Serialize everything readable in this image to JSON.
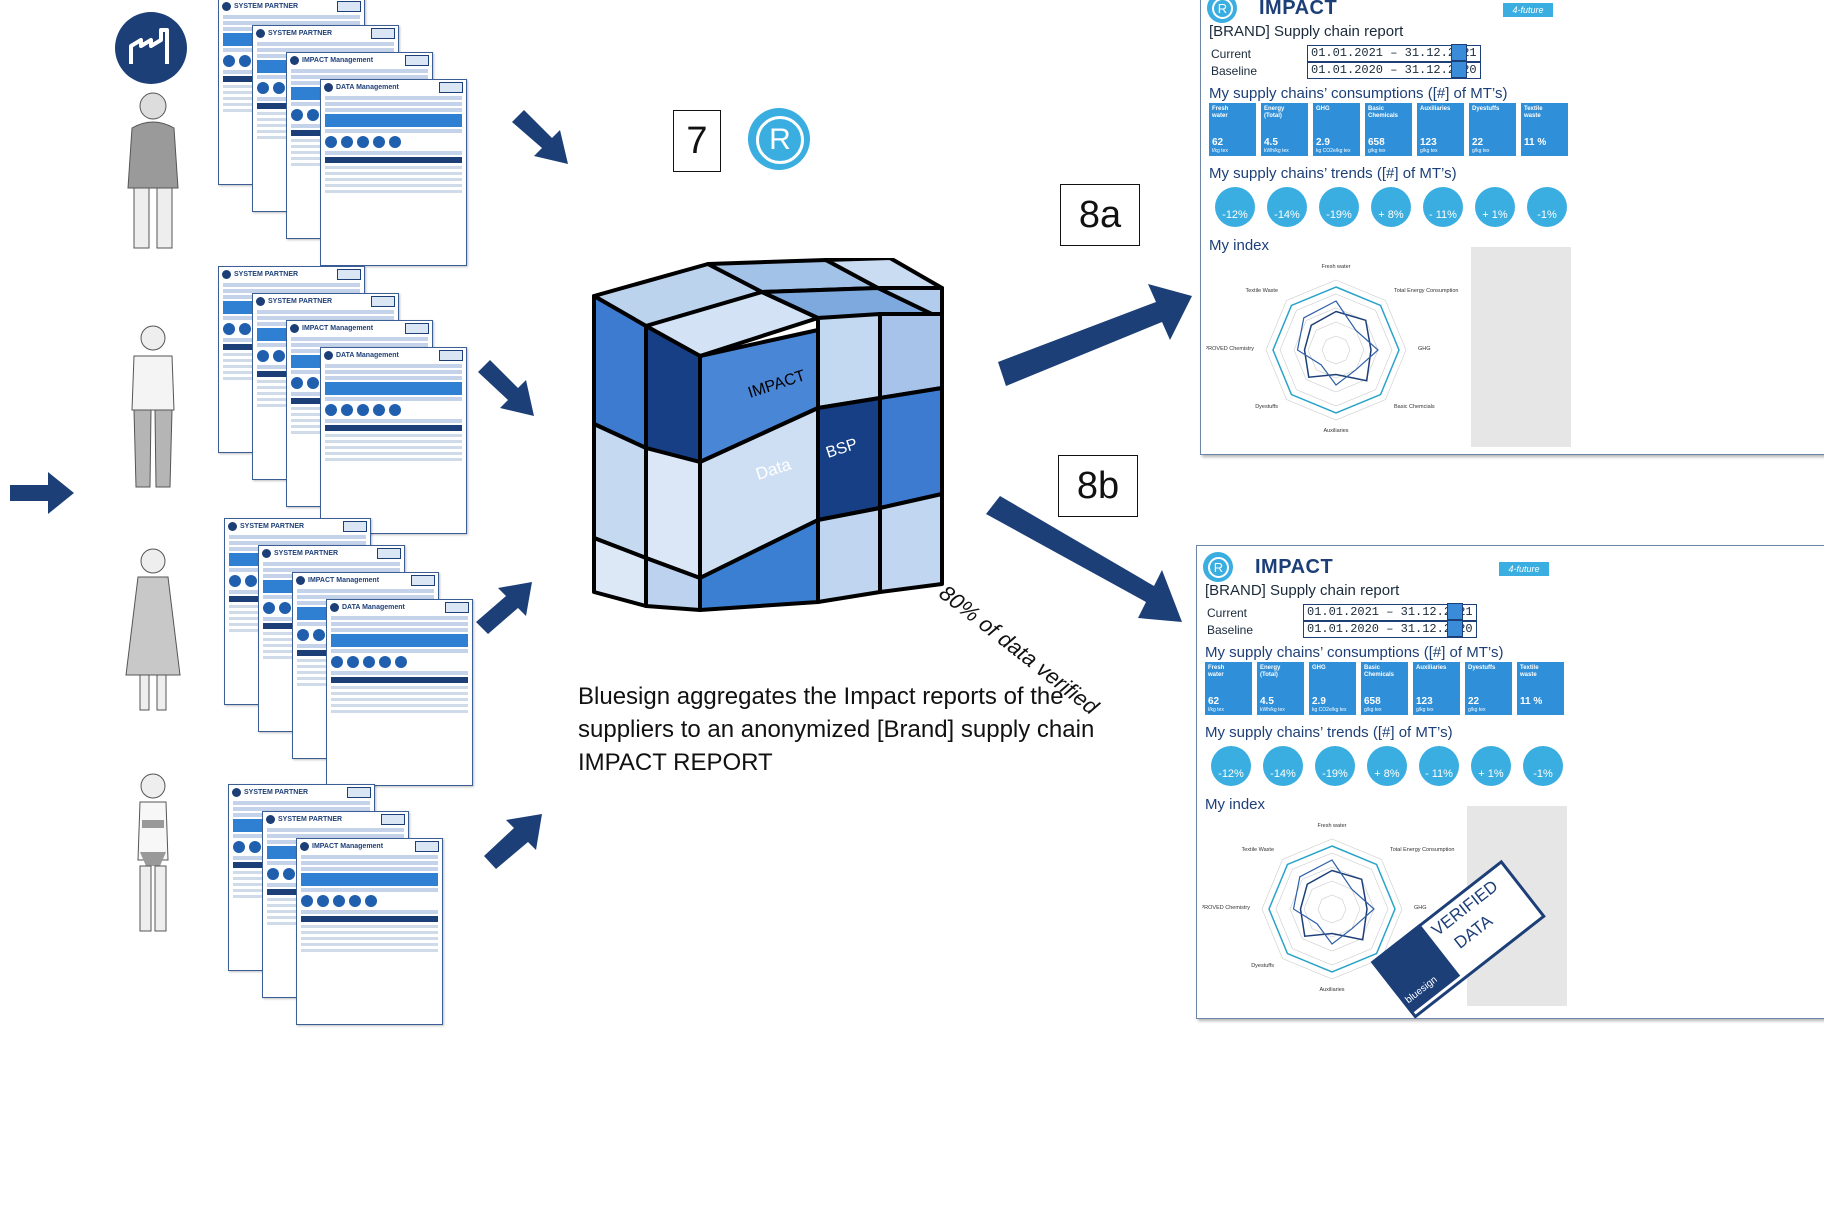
{
  "step_label": "7",
  "registered_mark": "R",
  "cube": {
    "label_impact": "IMPACT",
    "label_data": "Data",
    "label_bsp": "BSP"
  },
  "caption": "Bluesign aggregates the Impact reports of the suppliers to an anonymized  [Brand] supply chain IMPACT REPORT",
  "output_a_label": "8a",
  "output_b_label": "8b",
  "verified_note": "80% of data verified",
  "mini_reports": {
    "titles": [
      "SYSTEM PARTNER",
      "SYSTEM PARTNER",
      "IMPACT Management",
      "DATA Management"
    ]
  },
  "report": {
    "title": "IMPACT",
    "subtitle": "[BRAND] Supply chain report",
    "current_label": "Current",
    "current_range": "01.01.2021 – 31.12.2021",
    "baseline_label": "Baseline",
    "baseline_range": "01.01.2020 – 31.12.2020",
    "consumptions_heading": "My supply chains’ consumptions ([#] of MT’s)",
    "trends_heading": "My supply chains’ trends ([#] of MT’s)",
    "index_heading": "My index",
    "tiles": [
      {
        "label": "Fresh water",
        "value": "62",
        "unit": "l/kg tex"
      },
      {
        "label": "Energy (Total)",
        "value": "4.5",
        "unit": "kWh/kg tex"
      },
      {
        "label": "GHG",
        "value": "2.9",
        "unit": "kg CO2e/kg tex"
      },
      {
        "label": "Basic Chemicals",
        "value": "658",
        "unit": "g/kg tex"
      },
      {
        "label": "Auxiliaries",
        "value": "123",
        "unit": "g/kg tex"
      },
      {
        "label": "Dyestuffs",
        "value": "22",
        "unit": "g/kg tex"
      },
      {
        "label": "Textile waste",
        "value": "11 %",
        "unit": ""
      }
    ],
    "trends": [
      "-12%",
      "-14%",
      "-19%",
      "+ 8%",
      "- 11%",
      "+ 1%",
      "-1%"
    ],
    "radar_axes": [
      "Fresh water",
      "Total Energy Consumption",
      "GHG",
      "Basic Chemcials",
      "Auxiliaries",
      "Dyestuffs",
      "bluesign APPROVED Chemistry",
      "Textile Waste"
    ],
    "badge": "4-future"
  },
  "verified_stamp": {
    "line1": "VERIFIED",
    "line2": "DATA",
    "brand": "bluesign"
  },
  "colors": {
    "navy": "#1d3f78",
    "blue": "#2f8fd8",
    "cyan": "#3aaee0",
    "arrow": "#1d3f78"
  }
}
